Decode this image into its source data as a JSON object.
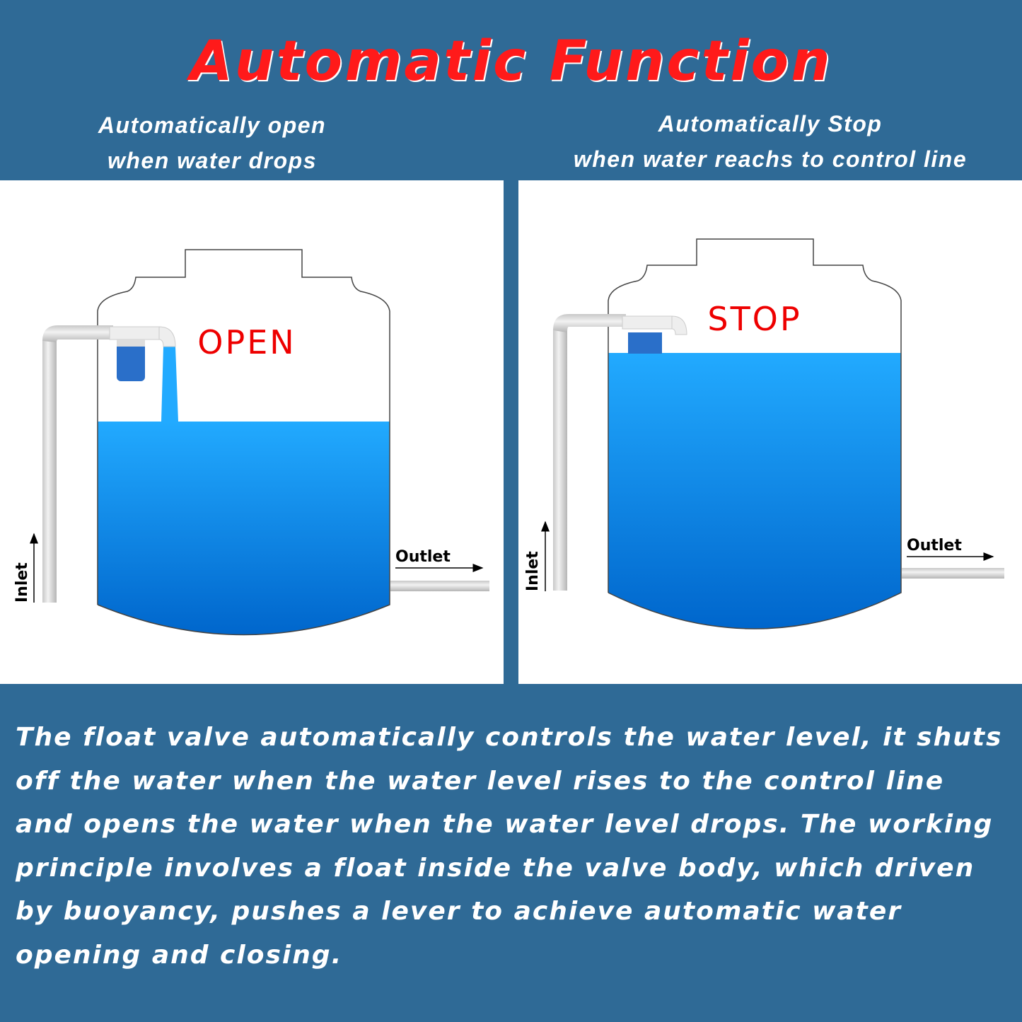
{
  "title": "Automatic Function",
  "left_panel": {
    "heading_line1": "Automatically open",
    "heading_line2": "when water drops",
    "state_label": "OPEN",
    "inlet_label": "Inlet",
    "outlet_label": "Outlet"
  },
  "right_panel": {
    "heading_line1": "Automatically Stop",
    "heading_line2": "when water reachs to control line",
    "state_label": "STOP",
    "inlet_label": "Inlet",
    "outlet_label": "Outlet"
  },
  "description": "The float valve automatically controls the water level, it shuts off the water when the water level rises to the control line and opens the water when the water level drops. The working principle involves a float inside the valve body, which driven by buoyancy, pushes a lever to achieve automatic water opening and closing.",
  "colors": {
    "background": "#2f6a96",
    "title": "#ff1a1a",
    "state_label": "#ee0000",
    "water_top": "#22aaff",
    "water_bottom": "#0066cc",
    "float": "#2a6fc9"
  }
}
